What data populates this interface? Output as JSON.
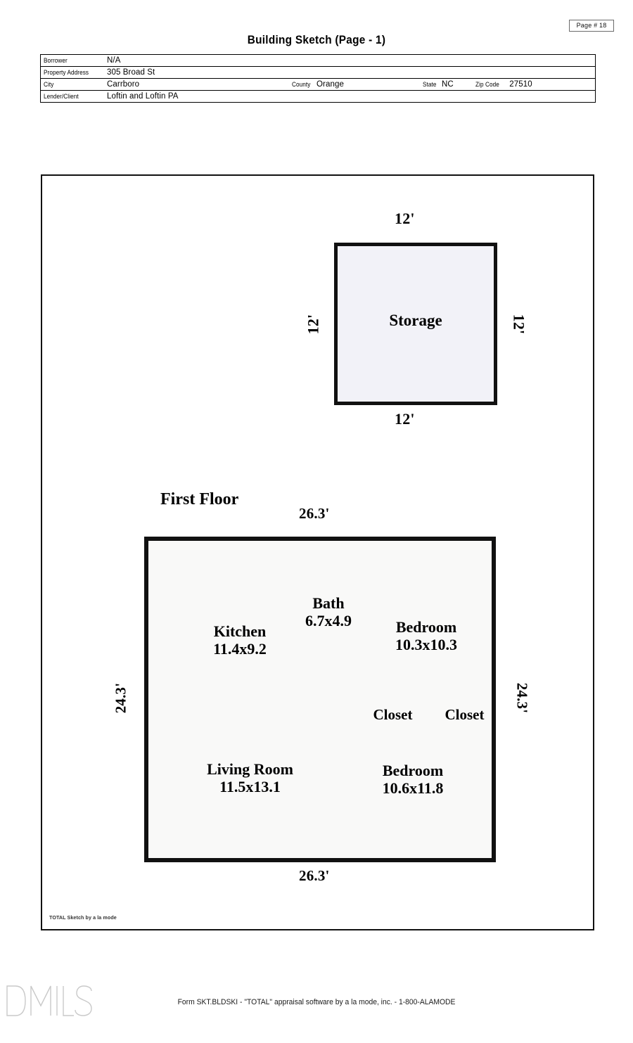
{
  "page_badge": "Page # 18",
  "title": "Building Sketch (Page - 1)",
  "info": {
    "borrower_label": "Borrower",
    "borrower_value": "N/A",
    "property_address_label": "Property Address",
    "property_address_value": "305 Broad St",
    "city_label": "City",
    "city_value": "Carrboro",
    "county_label": "County",
    "county_value": "Orange",
    "state_label": "State",
    "state_value": "NC",
    "zip_label": "Zip Code",
    "zip_value": "27510",
    "lender_label": "Lender/Client",
    "lender_value": "Loftin and Loftin PA"
  },
  "sketch": {
    "storage": {
      "name": "Storage",
      "dim_top": "12'",
      "dim_right": "12'",
      "dim_bottom": "12'",
      "dim_left": "12'"
    },
    "first_floor": {
      "caption": "First Floor",
      "dim_top": "26.3'",
      "dim_right": "24.3'",
      "dim_bottom": "26.3'",
      "dim_left": "24.3'",
      "rooms": [
        {
          "name": "Kitchen",
          "size": "11.4x9.2"
        },
        {
          "name": "Bath",
          "size": "6.7x4.9"
        },
        {
          "name": "Bedroom",
          "size": "10.3x10.3"
        },
        {
          "name": "Closet",
          "size": ""
        },
        {
          "name": "Closet",
          "size": ""
        },
        {
          "name": "Living Room",
          "size": "11.5x13.1"
        },
        {
          "name": "Bedroom",
          "size": "10.6x11.8"
        }
      ]
    },
    "credit": "TOTAL Sketch by a la mode"
  },
  "watermark": "DMLS",
  "footer": "Form SKT.BLDSKI - \"TOTAL\" appraisal software by a la mode, inc. - 1-800-ALAMODE",
  "colors": {
    "storage_fill": "#f2f2f8",
    "floor_fill": "#f9f9f8",
    "wall": "#111111"
  }
}
